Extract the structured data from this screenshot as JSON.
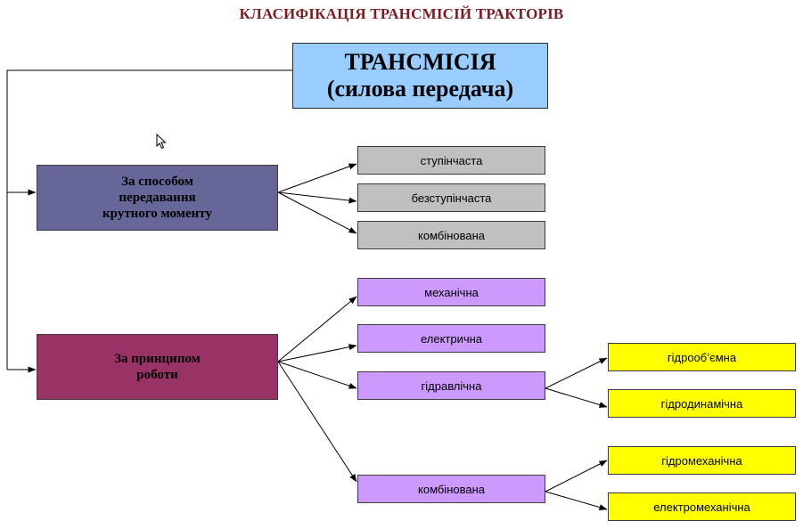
{
  "title": "КЛАСИФІКАЦІЯ ТРАНСМІСІЙ ТРАКТОРІВ",
  "root": {
    "line1": "ТРАНСМІСІЯ",
    "line2": "(силова передача)"
  },
  "categories": {
    "method": {
      "lines": [
        "За способом",
        "передавання",
        "крутного моменту"
      ]
    },
    "principle": {
      "lines": [
        "За принципом",
        "роботи"
      ]
    }
  },
  "method_types": [
    "ступінчаста",
    "безступінчаста",
    "комбінована"
  ],
  "principle_types": [
    "механічна",
    "електрична",
    "гідравлічна",
    "комбінована"
  ],
  "hydraulic_types": [
    "гідрооб’ємна",
    "гідродинамічна"
  ],
  "combined_types": [
    "гідромеханічна",
    "електромеханічна"
  ],
  "colors": {
    "title": "#7a1c22",
    "root": "#99ccff",
    "method": "#666699",
    "principle": "#993366",
    "method_types": "#c0c0c0",
    "principle_types": "#cc99ff",
    "sub_types": "#ffff00"
  }
}
